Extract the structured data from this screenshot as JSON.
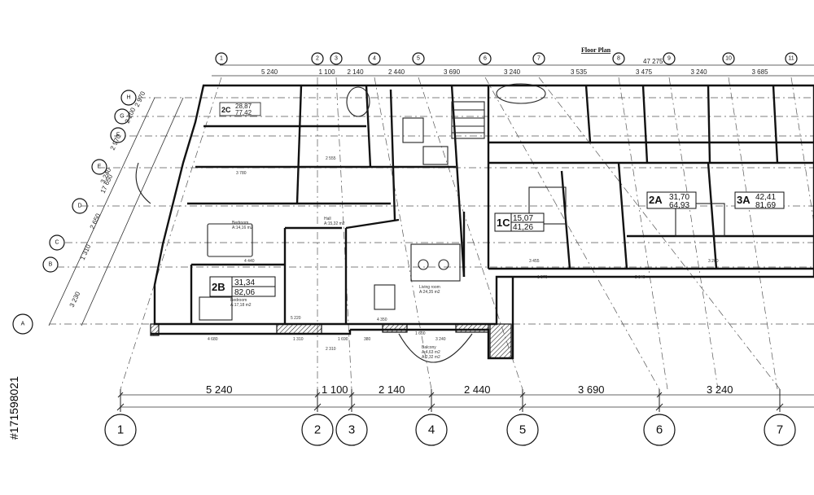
{
  "title": "Floor Plan",
  "top_overall_dim": "47 275",
  "bottom_axes": [
    {
      "num": "1"
    },
    {
      "num": "2"
    },
    {
      "num": "3"
    },
    {
      "num": "4"
    },
    {
      "num": "5"
    },
    {
      "num": "6"
    },
    {
      "num": "7"
    }
  ],
  "bottom_dims": [
    "5 240",
    "1 100",
    "2 140",
    "2 440",
    "3 690",
    "3 240"
  ],
  "top_axes": [
    "1",
    "2",
    "3",
    "4",
    "5",
    "6",
    "7",
    "8",
    "9",
    "10",
    "11"
  ],
  "top_dims": [
    "5 240",
    "1 100",
    "2 140",
    "2 440",
    "3 690",
    "3 240",
    "3 535",
    "3 475",
    "3 240",
    "3 685"
  ],
  "left_axes": [
    "A",
    "B",
    "C",
    "D",
    "E",
    "F",
    "G",
    "H"
  ],
  "left_dims": [
    "3 230",
    "1 310",
    "2 650",
    "3 240",
    "2 970",
    "2 200",
    "2 970"
  ],
  "left_overall_dim": "17 650",
  "units": [
    {
      "code": "2B",
      "area1": "31,34",
      "area2": "82,06"
    },
    {
      "code": "1C",
      "area1": "15,07",
      "area2": "41,26"
    },
    {
      "code": "2A",
      "area1": "31,70",
      "area2": "64,93"
    },
    {
      "code": "3A",
      "area1": "42,41",
      "area2": "81,69"
    },
    {
      "code": "2C",
      "area1": "28,87",
      "area2": "77,42"
    }
  ],
  "rooms": [
    {
      "name": "Bedroom",
      "area": "A:17,18 m2"
    },
    {
      "name": "Living room",
      "area": "A:24,35 m2"
    },
    {
      "name": "Balcony",
      "area1": "A:4,63 m2",
      "area2": "A:2,32 m2"
    },
    {
      "name": "Bedroom",
      "area": "A:14,16 m2"
    },
    {
      "name": "Hall",
      "area": "A:15,32 m2"
    }
  ],
  "interior_dims": [
    "4 680",
    "1 310",
    "2 310",
    "4 350",
    "1 600",
    "3 240",
    "1 690",
    "380",
    "5 220",
    "4 440",
    "3 455",
    "1 570",
    "2 840",
    "3 200",
    "3 780",
    "2 555"
  ],
  "watermark": "#171598021",
  "colors": {
    "line": "#111111",
    "background": "#ffffff"
  }
}
